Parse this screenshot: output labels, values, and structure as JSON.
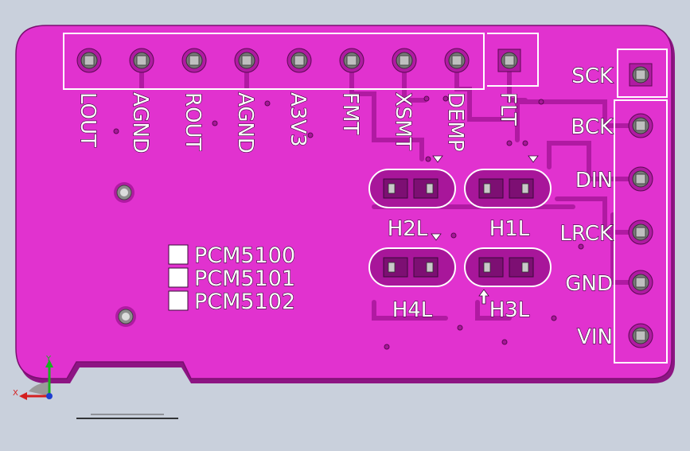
{
  "header_pins": [
    "LOUT",
    "AGND",
    "ROUT",
    "AGND",
    "A3V3",
    "FMT",
    "XSMT",
    "DEMP",
    "FLT"
  ],
  "side_pins": [
    "SCK",
    "BCK",
    "DIN",
    "LRCK",
    "GND",
    "VIN"
  ],
  "jumpers": [
    "H2L",
    "H1L",
    "H4L",
    "H3L"
  ],
  "chip_options": [
    "PCM5100",
    "PCM5101",
    "PCM5102"
  ],
  "axes": {
    "x": "X",
    "y": "Y"
  },
  "colors": {
    "board": "#e132cf",
    "board_dark": "#a8169a",
    "background": "#c9d0dc",
    "triad_x": "#d42020",
    "triad_y": "#19b21e",
    "triad_z": "#1e3fd1"
  }
}
